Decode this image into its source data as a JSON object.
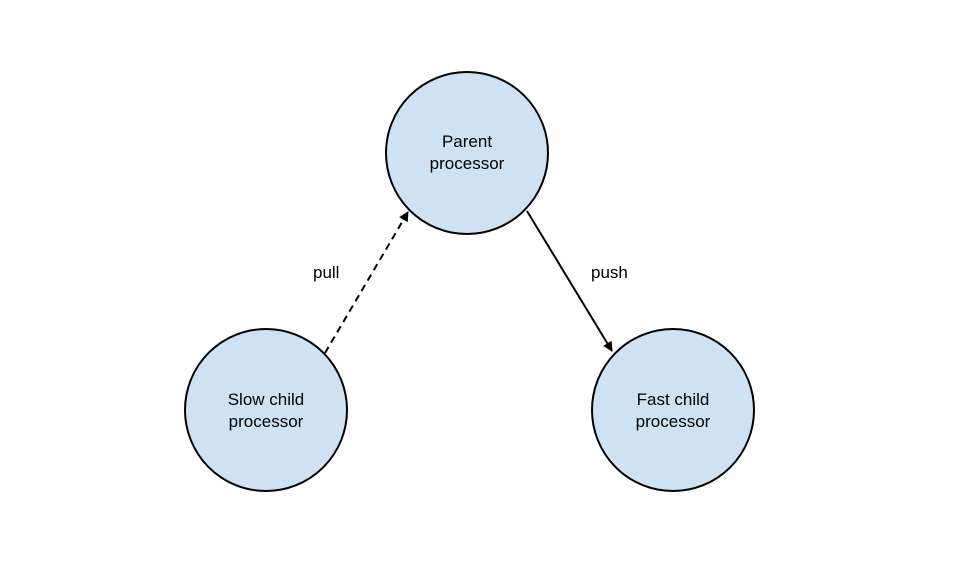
{
  "colors": {
    "node_fill": "#cfe2f3",
    "node_stroke": "#000000",
    "edge": "#000000",
    "text": "#000000"
  },
  "nodes": {
    "parent": {
      "line1": "Parent",
      "line2": "processor"
    },
    "slow_child": {
      "line1": "Slow child",
      "line2": "processor"
    },
    "fast_child": {
      "line1": "Fast child",
      "line2": "processor"
    }
  },
  "edges": {
    "pull": {
      "label": "pull",
      "style": "dashed",
      "from": "slow_child",
      "to": "parent"
    },
    "push": {
      "label": "push",
      "style": "solid",
      "from": "parent",
      "to": "fast_child"
    }
  }
}
